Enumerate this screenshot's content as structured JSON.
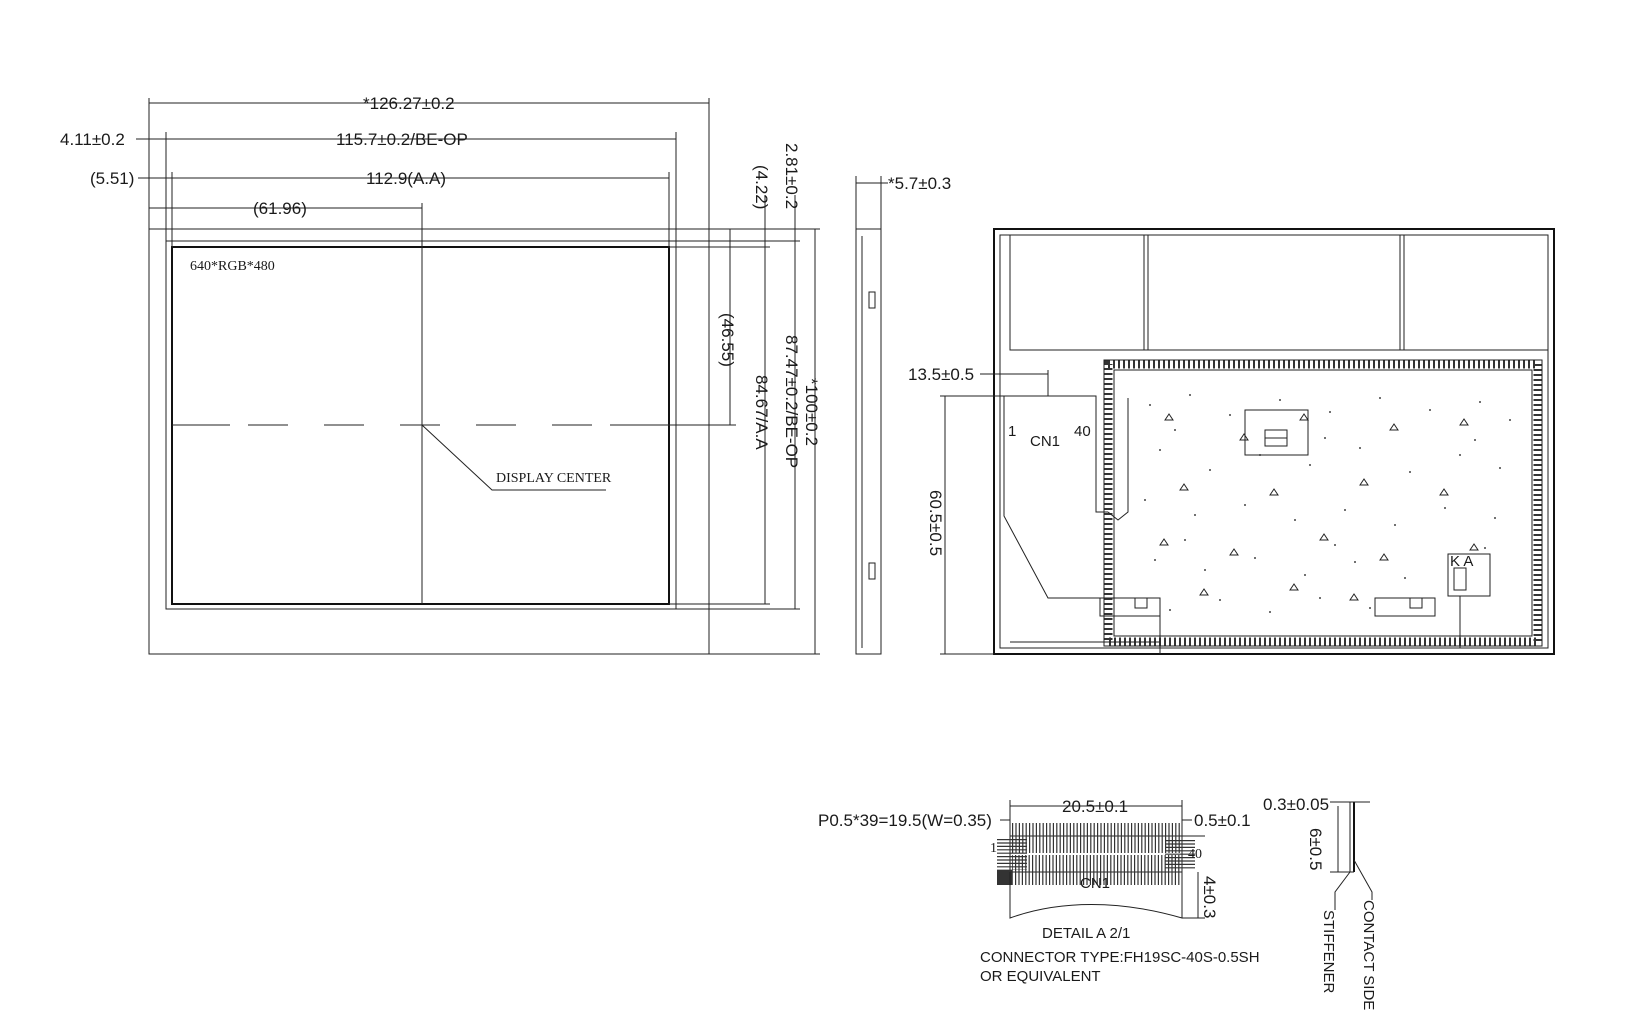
{
  "front_view": {
    "overall_width": "*126.27±0.2",
    "be_op_width": "115.7±0.2/BE-OP",
    "left_offset": "4.11±0.2",
    "aa_width": "112.9(A.A)",
    "aa_offset": "(5.51)",
    "center_x": "(61.96)",
    "resolution": "640*RGB*480",
    "display_center": "DISPLAY CENTER",
    "top_offset": "2.81±0.2",
    "aa_top_offset": "(4.22)",
    "center_y": "(46.55)",
    "aa_height": "84.67/A.A",
    "be_op_height": "87.47±0.2/BE-OP",
    "overall_height": "*100±0.2"
  },
  "side_view": {
    "thickness": "*5.7±0.3"
  },
  "back_view": {
    "cn1_offset": "13.5±0.5",
    "cn1_height": "60.5±0.5",
    "cn1_label": "CN1",
    "pin_first": "1",
    "pin_last": "40",
    "ka_label": "K A"
  },
  "detail": {
    "pitch": "P0.5*39=19.5(W=0.35)",
    "width": "20.5±0.1",
    "edge": "0.5±0.1",
    "pin_first": "1",
    "pin_last": "40",
    "cn1_label": "CN1",
    "height": "4±0.3",
    "title": "DETAIL A 2/1",
    "connector_type": "CONNECTOR TYPE:FH19SC-40S-0.5SH",
    "equivalent": "OR EQUIVALENT",
    "thickness": "0.3±0.05",
    "length": "6±0.5",
    "stiffener": "STIFFENER",
    "contact_side": "CONTACT SIDE"
  }
}
